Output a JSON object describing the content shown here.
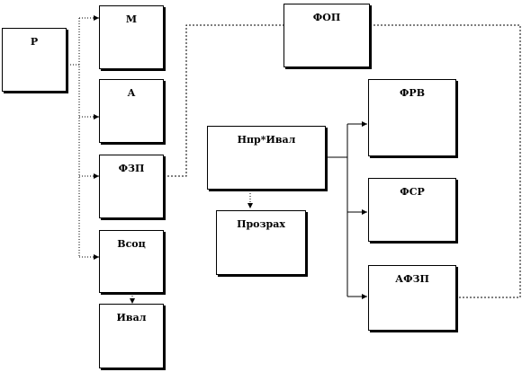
{
  "diagram": {
    "nodes": {
      "r": "Р",
      "m": "М",
      "a": "А",
      "fzp": "ФЗП",
      "vsots": "Всоц",
      "ival": "Ивал",
      "fop": "ФОП",
      "npr_ival": "Нпр*Ивал",
      "prozrakh": "Прозрах",
      "frv": "ФРВ",
      "fsr": "ФСР",
      "afzp": "АФЗП"
    },
    "colors": {
      "line": "#000000",
      "box_fill": "#ffffff",
      "box_border": "#000000"
    }
  }
}
